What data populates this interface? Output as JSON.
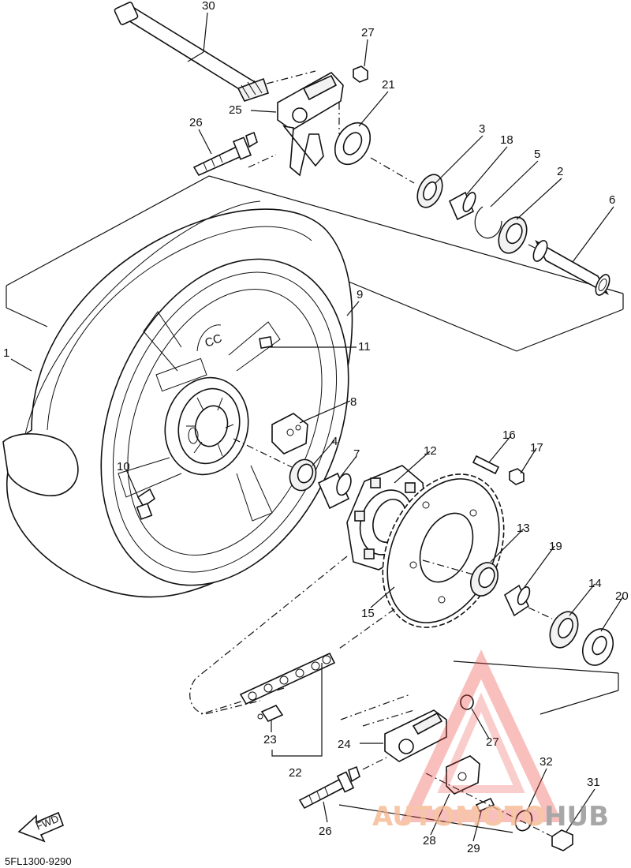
{
  "diagram": {
    "code": "5FL1300-9290",
    "fwd_label": "FWD",
    "watermark": {
      "part1": "AUTOMOTO",
      "part2": "HUB",
      "accent_color": "#e8413a",
      "accent_light": "#f3b48a",
      "gray": "#8a8a8a"
    },
    "callouts": [
      {
        "id": "c30",
        "label": "30"
      },
      {
        "id": "c27a",
        "label": "27"
      },
      {
        "id": "c21",
        "label": "21"
      },
      {
        "id": "c25",
        "label": "25"
      },
      {
        "id": "c26a",
        "label": "26"
      },
      {
        "id": "c3",
        "label": "3"
      },
      {
        "id": "c18",
        "label": "18"
      },
      {
        "id": "c5",
        "label": "5"
      },
      {
        "id": "c2",
        "label": "2"
      },
      {
        "id": "c6",
        "label": "6"
      },
      {
        "id": "c9",
        "label": "9"
      },
      {
        "id": "c1",
        "label": "1"
      },
      {
        "id": "c11",
        "label": "11"
      },
      {
        "id": "c8",
        "label": "8"
      },
      {
        "id": "c4",
        "label": "4"
      },
      {
        "id": "c7",
        "label": "7"
      },
      {
        "id": "c10",
        "label": "10"
      },
      {
        "id": "c12",
        "label": "12"
      },
      {
        "id": "c16",
        "label": "16"
      },
      {
        "id": "c17",
        "label": "17"
      },
      {
        "id": "c13",
        "label": "13"
      },
      {
        "id": "c19",
        "label": "19"
      },
      {
        "id": "c14",
        "label": "14"
      },
      {
        "id": "c20",
        "label": "20"
      },
      {
        "id": "c15",
        "label": "15"
      },
      {
        "id": "c27b",
        "label": "27"
      },
      {
        "id": "c23",
        "label": "23"
      },
      {
        "id": "c24",
        "label": "24"
      },
      {
        "id": "c22",
        "label": "22"
      },
      {
        "id": "c32",
        "label": "32"
      },
      {
        "id": "c31",
        "label": "31"
      },
      {
        "id": "c26b",
        "label": "26"
      },
      {
        "id": "c28",
        "label": "28"
      },
      {
        "id": "c29",
        "label": "29"
      }
    ]
  }
}
